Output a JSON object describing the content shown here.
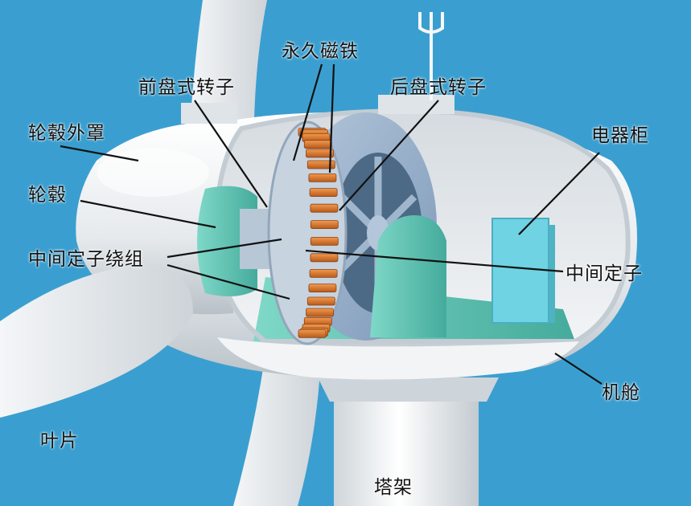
{
  "labels": {
    "magnet": "永久磁铁",
    "front_rotor": "前盘式转子",
    "rear_rotor": "后盘式转子",
    "hub_cover": "轮毂外罩",
    "hub": "轮毂",
    "stator_winding": "中间定子绕组",
    "cabinet": "电器柜",
    "stator": "中间定子",
    "nacelle": "机舱",
    "blade": "叶片",
    "tower": "塔架"
  },
  "colors": {
    "sky": "#3a9fd0",
    "structure": "#e8ecef",
    "teal": "#57c3b3",
    "cabinet": "#6fd3e3",
    "copper": "#d9732c",
    "disc": "#8ea9c6"
  }
}
